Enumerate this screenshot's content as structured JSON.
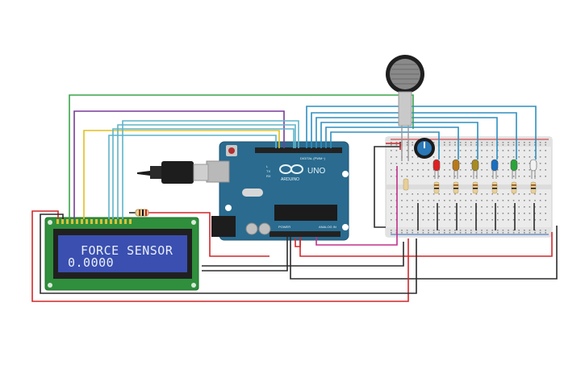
{
  "lcd": {
    "line1": "FORCE SENSOR",
    "line2": "0.0000"
  },
  "arduino": {
    "logo_text": "ARDUINO",
    "model": "UNO",
    "digital_label": "DIGITAL (PWM~)",
    "power_label": "POWER",
    "analog_label": "ANALOG IN",
    "pin_tx": "TX",
    "pin_rx": "RX",
    "pin_l": "L"
  },
  "colors": {
    "board": "#2a6b8f",
    "lcd_pcb": "#2f8f3c",
    "lcd_screen": "#3a4fb0",
    "breadboard": "#ebebeb",
    "wire_green": "#3aa44a",
    "wire_purple": "#7a3a9a",
    "wire_yellow": "#e0c020",
    "wire_teal": "#5fb4c8",
    "wire_blue": "#2e8fc0",
    "wire_red": "#d2272a",
    "wire_black": "#2b2b2b",
    "wire_magenta": "#c0308a"
  },
  "components": {
    "force_sensor": "force-sensitive-resistor",
    "potentiometer": "potentiometer",
    "leds": [
      "red",
      "orange",
      "yellow",
      "blue",
      "green",
      "white"
    ]
  }
}
